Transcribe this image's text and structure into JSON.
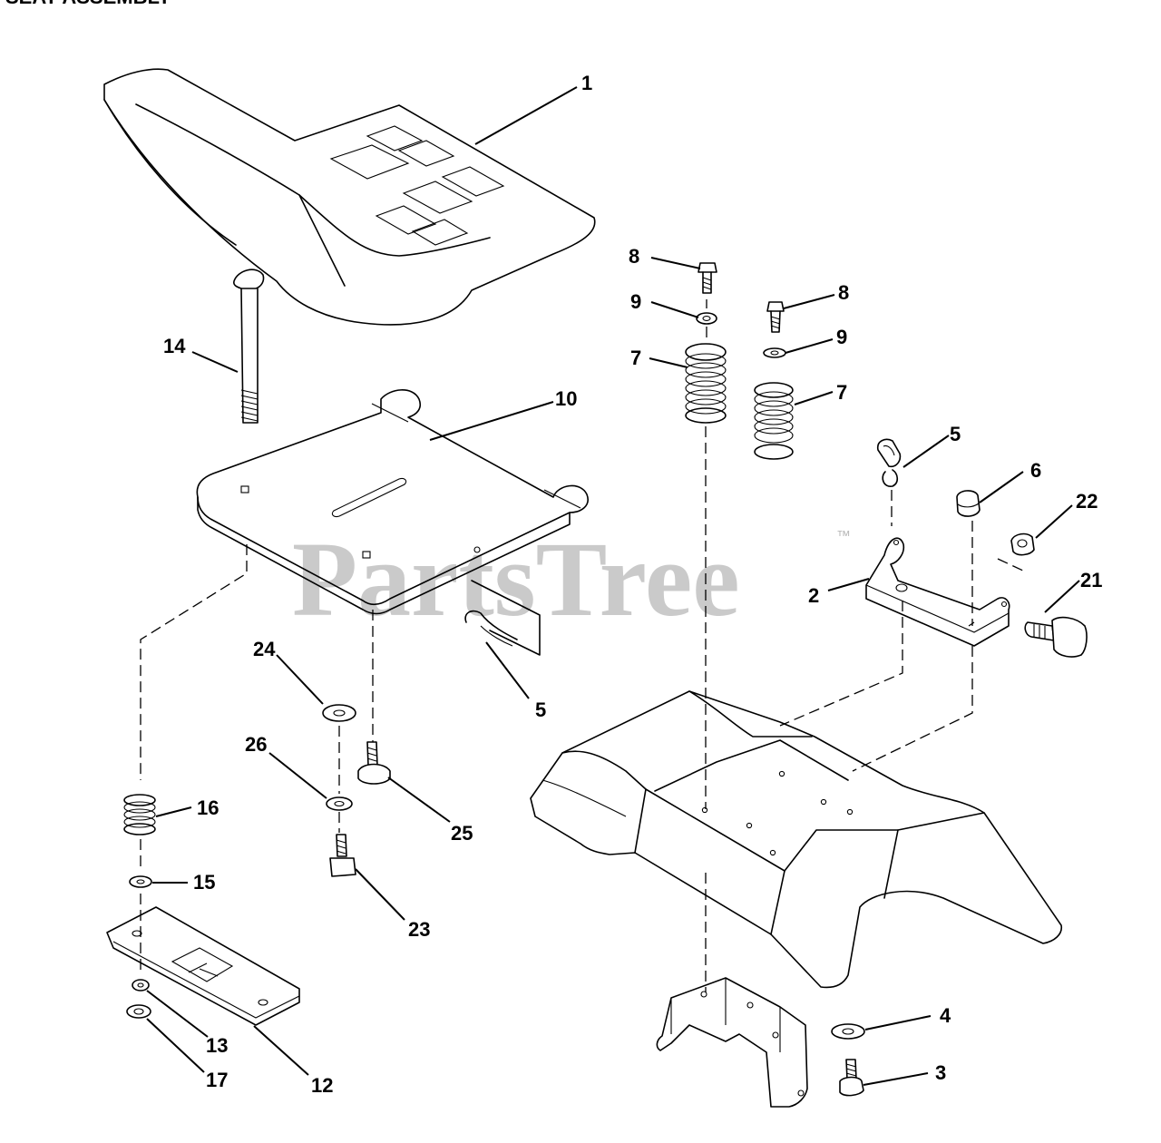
{
  "heading": "SEAT ASSEMBLY",
  "watermark": {
    "text": "PartsTree",
    "trademark": "™"
  },
  "callouts": [
    {
      "id": "c1",
      "label": "1"
    },
    {
      "id": "c8a",
      "label": "8"
    },
    {
      "id": "c8b",
      "label": "8"
    },
    {
      "id": "c9a",
      "label": "9"
    },
    {
      "id": "c9b",
      "label": "9"
    },
    {
      "id": "c7a",
      "label": "7"
    },
    {
      "id": "c7b",
      "label": "7"
    },
    {
      "id": "c14",
      "label": "14"
    },
    {
      "id": "c10",
      "label": "10"
    },
    {
      "id": "c5a",
      "label": "5"
    },
    {
      "id": "c6",
      "label": "6"
    },
    {
      "id": "c22",
      "label": "22"
    },
    {
      "id": "c21",
      "label": "21"
    },
    {
      "id": "c2",
      "label": "2"
    },
    {
      "id": "c5b",
      "label": "5"
    },
    {
      "id": "c24",
      "label": "24"
    },
    {
      "id": "c26",
      "label": "26"
    },
    {
      "id": "c25",
      "label": "25"
    },
    {
      "id": "c16",
      "label": "16"
    },
    {
      "id": "c15",
      "label": "15"
    },
    {
      "id": "c23",
      "label": "23"
    },
    {
      "id": "c13",
      "label": "13"
    },
    {
      "id": "c17",
      "label": "17"
    },
    {
      "id": "c12",
      "label": "12"
    },
    {
      "id": "c4",
      "label": "4"
    },
    {
      "id": "c3",
      "label": "3"
    }
  ]
}
